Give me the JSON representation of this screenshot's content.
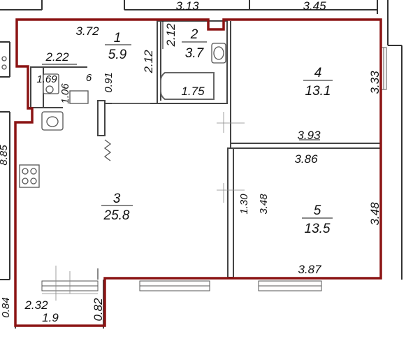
{
  "rooms": [
    {
      "number": "1",
      "area": "5.9"
    },
    {
      "number": "2",
      "area": "3.7"
    },
    {
      "number": "3",
      "area": "25.8"
    },
    {
      "number": "4",
      "area": "13.1"
    },
    {
      "number": "5",
      "area": "13.5"
    },
    {
      "number": "",
      "area": "1.9"
    }
  ],
  "dimensions": {
    "top_left_3_13": "3.13",
    "top_right_3_45": "3.45",
    "hall_width": "3.72",
    "hall_small": "2.22",
    "wc_width": "1.69",
    "wc_height": "1.06",
    "wc_depth": "0.91",
    "hall_step": "6",
    "bath_height_vertical": "2.12",
    "bath_top_vertical": "2.12",
    "bath_length": "1.75",
    "room4_height": "3.33",
    "room4_width": "3.93",
    "room5_width_top": "3.86",
    "room5_height": "3.48",
    "room5_width_bottom": "3.87",
    "partition_130": "1.30",
    "partition_348": "3.48",
    "balcony_width": "2.32",
    "balcony_depth": "0.82",
    "left_edge_0_84": "0.84",
    "left_wall_8_85": "8.85"
  },
  "colors": {
    "outline": "#8b1414",
    "wall": "#333333"
  }
}
